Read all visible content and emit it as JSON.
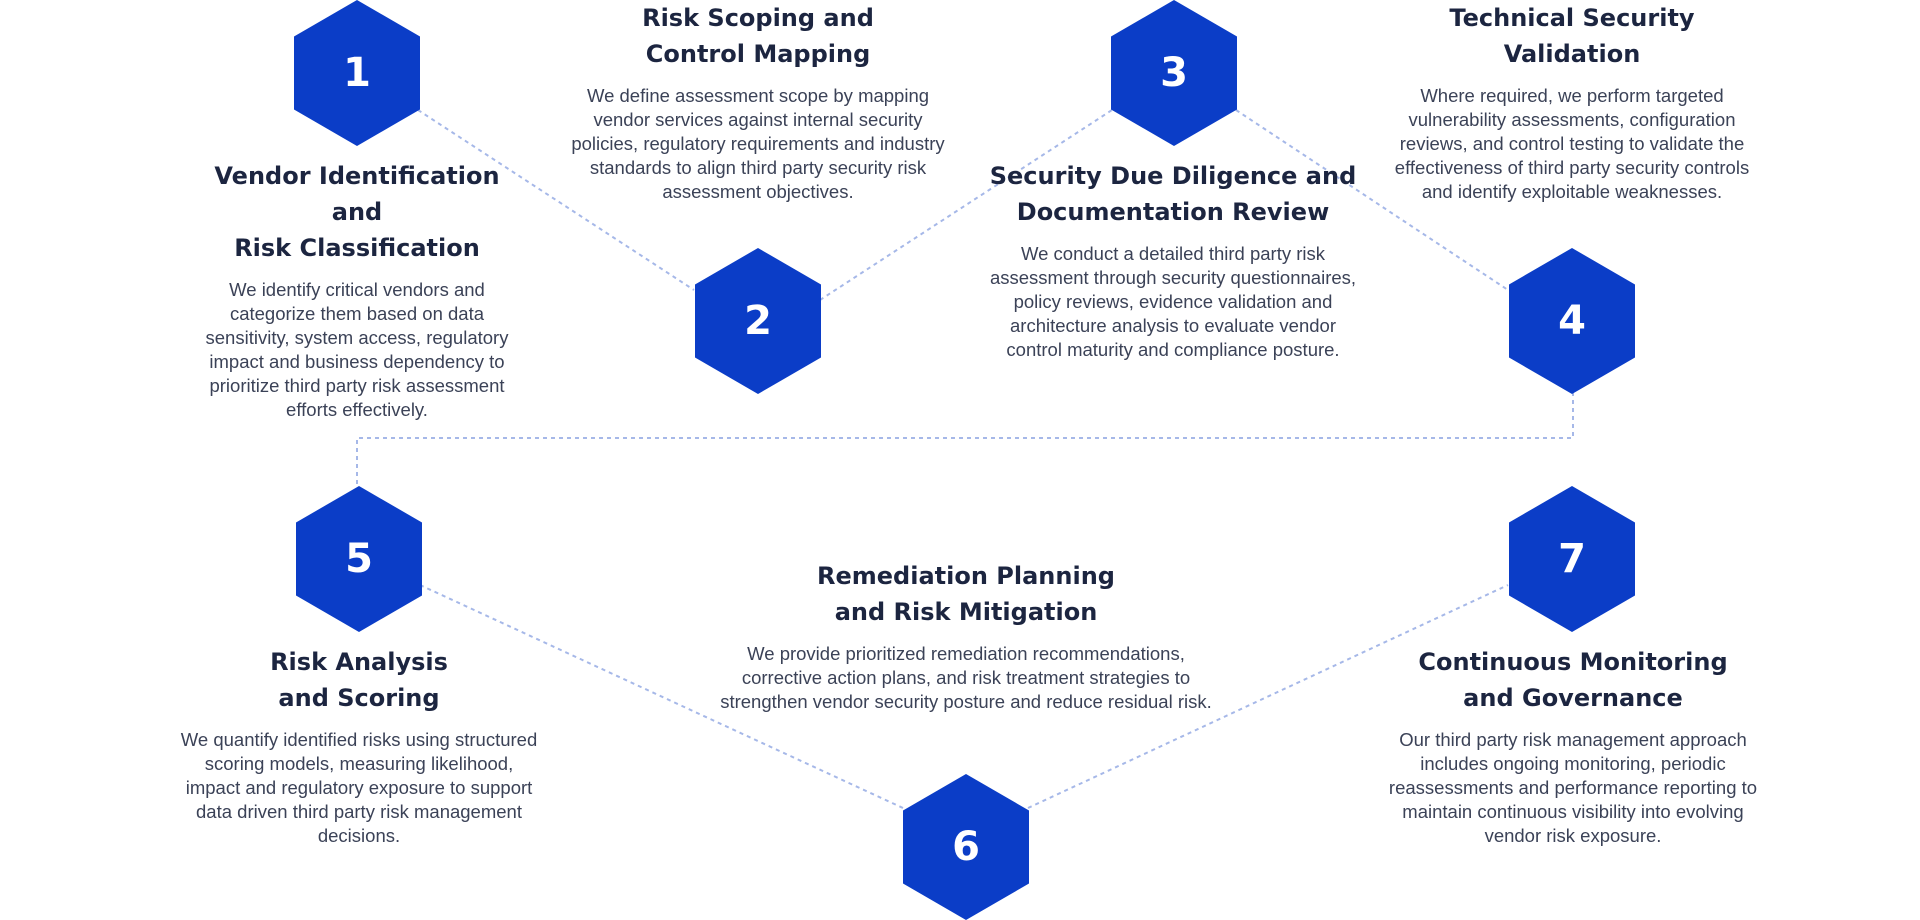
{
  "colors": {
    "hexagon": "#0b3dc7",
    "connector": "#a6b8e8",
    "title": "#1c2540",
    "body": "#3b4257"
  },
  "steps": [
    {
      "number": "1",
      "title": "Vendor Identification and\nRisk Classification",
      "description": "We identify critical vendors and categorize them based on data sensitivity, system access, regulatory impact and business dependency to prioritize third party risk assessment efforts effectively."
    },
    {
      "number": "2",
      "title": "Risk Scoping and\nControl Mapping",
      "description": "We define assessment scope by mapping vendor services against internal security policies, regulatory requirements and industry standards to align third party security risk assessment objectives."
    },
    {
      "number": "3",
      "title": "Security Due Diligence and\nDocumentation Review",
      "description": "We conduct a detailed third party risk assessment through security questionnaires, policy reviews, evidence validation and architecture analysis to evaluate vendor control maturity and compliance posture."
    },
    {
      "number": "4",
      "title": "Technical Security\nValidation",
      "description": "Where required, we perform targeted vulnerability assessments, configuration reviews, and control testing to validate the effectiveness of third party security controls and identify exploitable weaknesses."
    },
    {
      "number": "5",
      "title": "Risk Analysis\nand Scoring",
      "description": "We quantify identified risks using structured scoring models, measuring likelihood, impact and regulatory exposure to support data driven third party risk management decisions."
    },
    {
      "number": "6",
      "title": "Remediation Planning\nand Risk Mitigation",
      "description": "We provide prioritized remediation recommendations, corrective action plans, and risk treatment strategies to strengthen vendor security posture and reduce residual risk."
    },
    {
      "number": "7",
      "title": "Continuous Monitoring\nand Governance",
      "description": "Our third party risk management approach includes ongoing monitoring, periodic reassessments and performance reporting to maintain continuous visibility into evolving vendor risk exposure."
    }
  ]
}
